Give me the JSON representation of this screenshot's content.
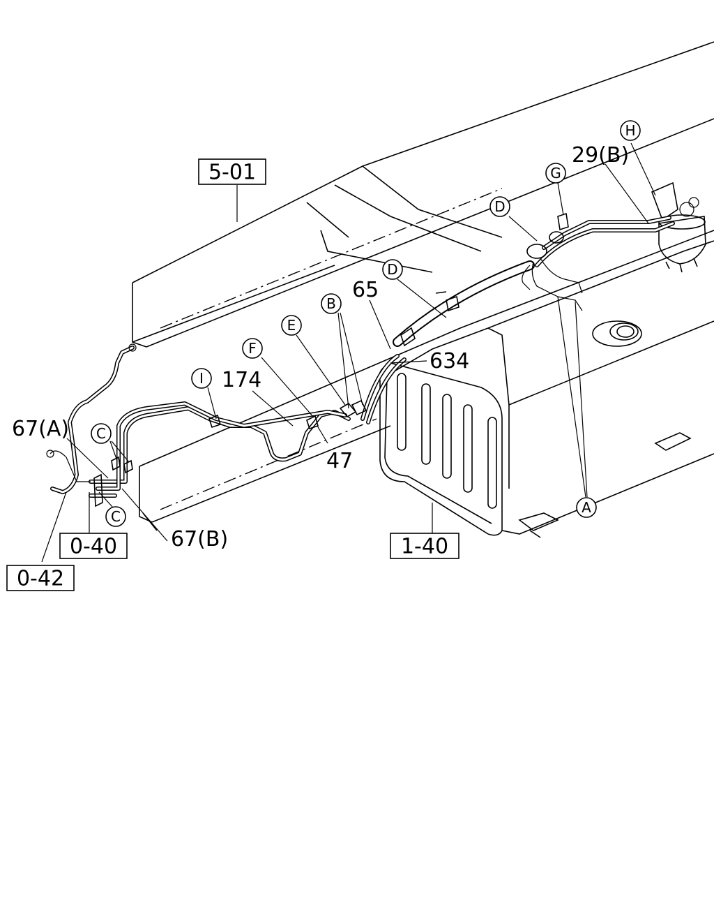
{
  "diagram": {
    "reference_boxes": {
      "ref_5_01": "5-01",
      "ref_1_40": "1-40",
      "ref_0_40": "0-40",
      "ref_0_42": "0-42"
    },
    "part_numbers": {
      "p_29b": "29(B)",
      "p_65": "65",
      "p_634": "634",
      "p_174": "174",
      "p_47": "47",
      "p_67a": "67(A)",
      "p_67b": "67(B)"
    },
    "callouts": {
      "H": "H",
      "G": "G",
      "D1": "D",
      "D2": "D",
      "B": "B",
      "E": "E",
      "F": "F",
      "I": "I",
      "C1": "C",
      "C2": "C",
      "A": "A"
    }
  }
}
